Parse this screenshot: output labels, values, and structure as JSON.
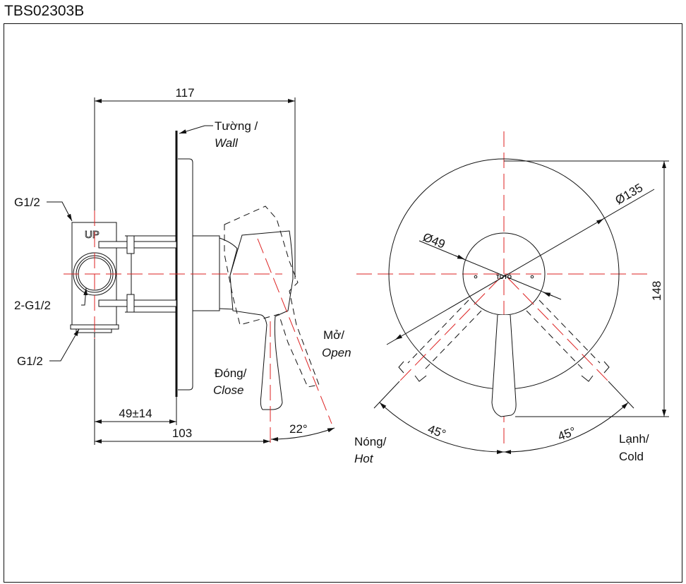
{
  "title": "TBS02303B",
  "side_view": {
    "labels": {
      "wall_vi": "Tường /",
      "wall_en": "Wall",
      "inlet_top": "G1/2",
      "inlet_side": "2-G1/2",
      "inlet_bottom": "G1/2",
      "up_mark": "UP",
      "open_vi": "Mở/",
      "open_en": "Open",
      "close_vi": "Đóng/",
      "close_en": "Close"
    },
    "dimensions": {
      "overall_depth": "117",
      "adjust_range": "49±14",
      "handle_depth": "103",
      "handle_angle": "22°"
    }
  },
  "front_view": {
    "labels": {
      "hot_vi": "Nóng/",
      "hot_en": "Hot",
      "cold_vi": "Lạnh/",
      "cold_en": "Cold",
      "brand": "TOTO"
    },
    "dimensions": {
      "plate_diameter": "Ø135",
      "hub_diameter": "Ø49",
      "height": "148",
      "hot_angle": "45°",
      "cold_angle": "45°"
    }
  }
}
